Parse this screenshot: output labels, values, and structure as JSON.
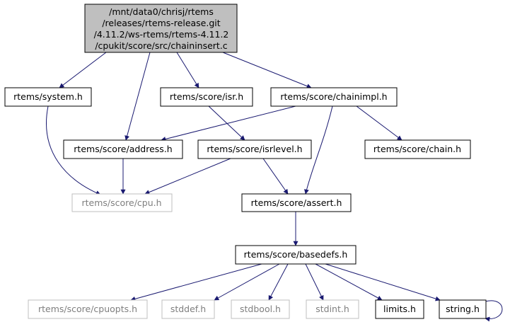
{
  "diagram": {
    "colors": {
      "edge": "#191970",
      "root_fill": "#bfbfbf",
      "node_border": "#000000",
      "missing_border": "#bfbfbf",
      "text": "#000000",
      "missing_text": "#7f7f7f"
    },
    "root": {
      "lines": [
        "/mnt/data0/chrisj/rtems",
        "/releases/rtems-release.git",
        "/4.11.2/ws-rtems/rtems-4.11.2",
        "/cpukit/score/src/chaininsert.c"
      ]
    },
    "nodes": {
      "system": {
        "label": "rtems/system.h"
      },
      "isr": {
        "label": "rtems/score/isr.h"
      },
      "chainimpl": {
        "label": "rtems/score/chainimpl.h"
      },
      "address": {
        "label": "rtems/score/address.h"
      },
      "isrlevel": {
        "label": "rtems/score/isrlevel.h"
      },
      "chain": {
        "label": "rtems/score/chain.h"
      },
      "cpu": {
        "label": "rtems/score/cpu.h"
      },
      "assert": {
        "label": "rtems/score/assert.h"
      },
      "basedefs": {
        "label": "rtems/score/basedefs.h"
      },
      "cpuopts": {
        "label": "rtems/score/cpuopts.h"
      },
      "stddef": {
        "label": "stddef.h"
      },
      "stdbool": {
        "label": "stdbool.h"
      },
      "stdint": {
        "label": "stdint.h"
      },
      "limits": {
        "label": "limits.h"
      },
      "string": {
        "label": "string.h"
      }
    },
    "edges": [
      [
        "root",
        "system"
      ],
      [
        "root",
        "address"
      ],
      [
        "root",
        "isr"
      ],
      [
        "root",
        "chainimpl"
      ],
      [
        "system",
        "cpu"
      ],
      [
        "address",
        "cpu"
      ],
      [
        "isr",
        "isrlevel"
      ],
      [
        "chainimpl",
        "address"
      ],
      [
        "chainimpl",
        "chain"
      ],
      [
        "chainimpl",
        "assert"
      ],
      [
        "isrlevel",
        "cpu"
      ],
      [
        "isrlevel",
        "assert"
      ],
      [
        "assert",
        "basedefs"
      ],
      [
        "basedefs",
        "cpuopts"
      ],
      [
        "basedefs",
        "stddef"
      ],
      [
        "basedefs",
        "stdbool"
      ],
      [
        "basedefs",
        "stdint"
      ],
      [
        "basedefs",
        "limits"
      ],
      [
        "basedefs",
        "string"
      ],
      [
        "string",
        "string"
      ]
    ]
  }
}
